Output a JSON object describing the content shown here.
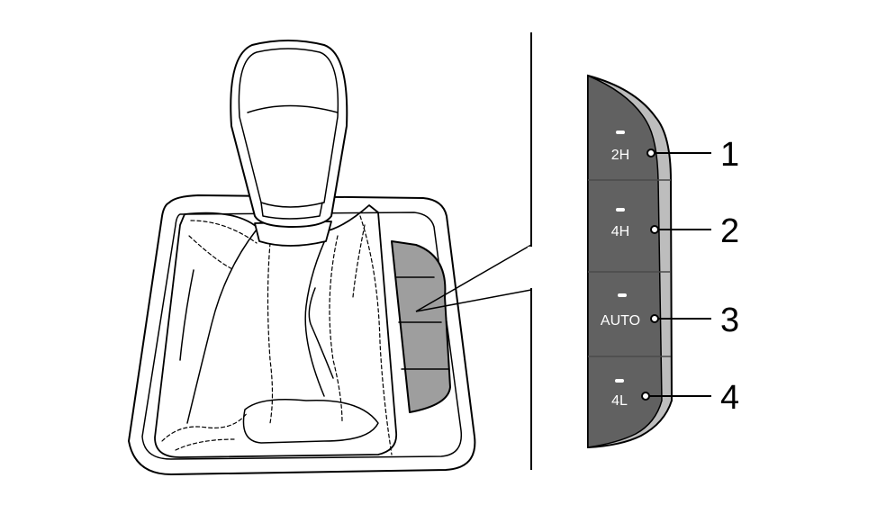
{
  "panel": {
    "buttons": [
      {
        "label": "2H"
      },
      {
        "label": "4H"
      },
      {
        "label": "AUTO"
      },
      {
        "label": "4L"
      }
    ]
  },
  "callouts": [
    "1",
    "2",
    "3",
    "4"
  ],
  "colors": {
    "line": "#000000",
    "panel_fill": "#616161",
    "panel_bevel": "#bdbdbd",
    "small_panel_fill": "#9e9e9e",
    "indicator": "#ffffff"
  }
}
